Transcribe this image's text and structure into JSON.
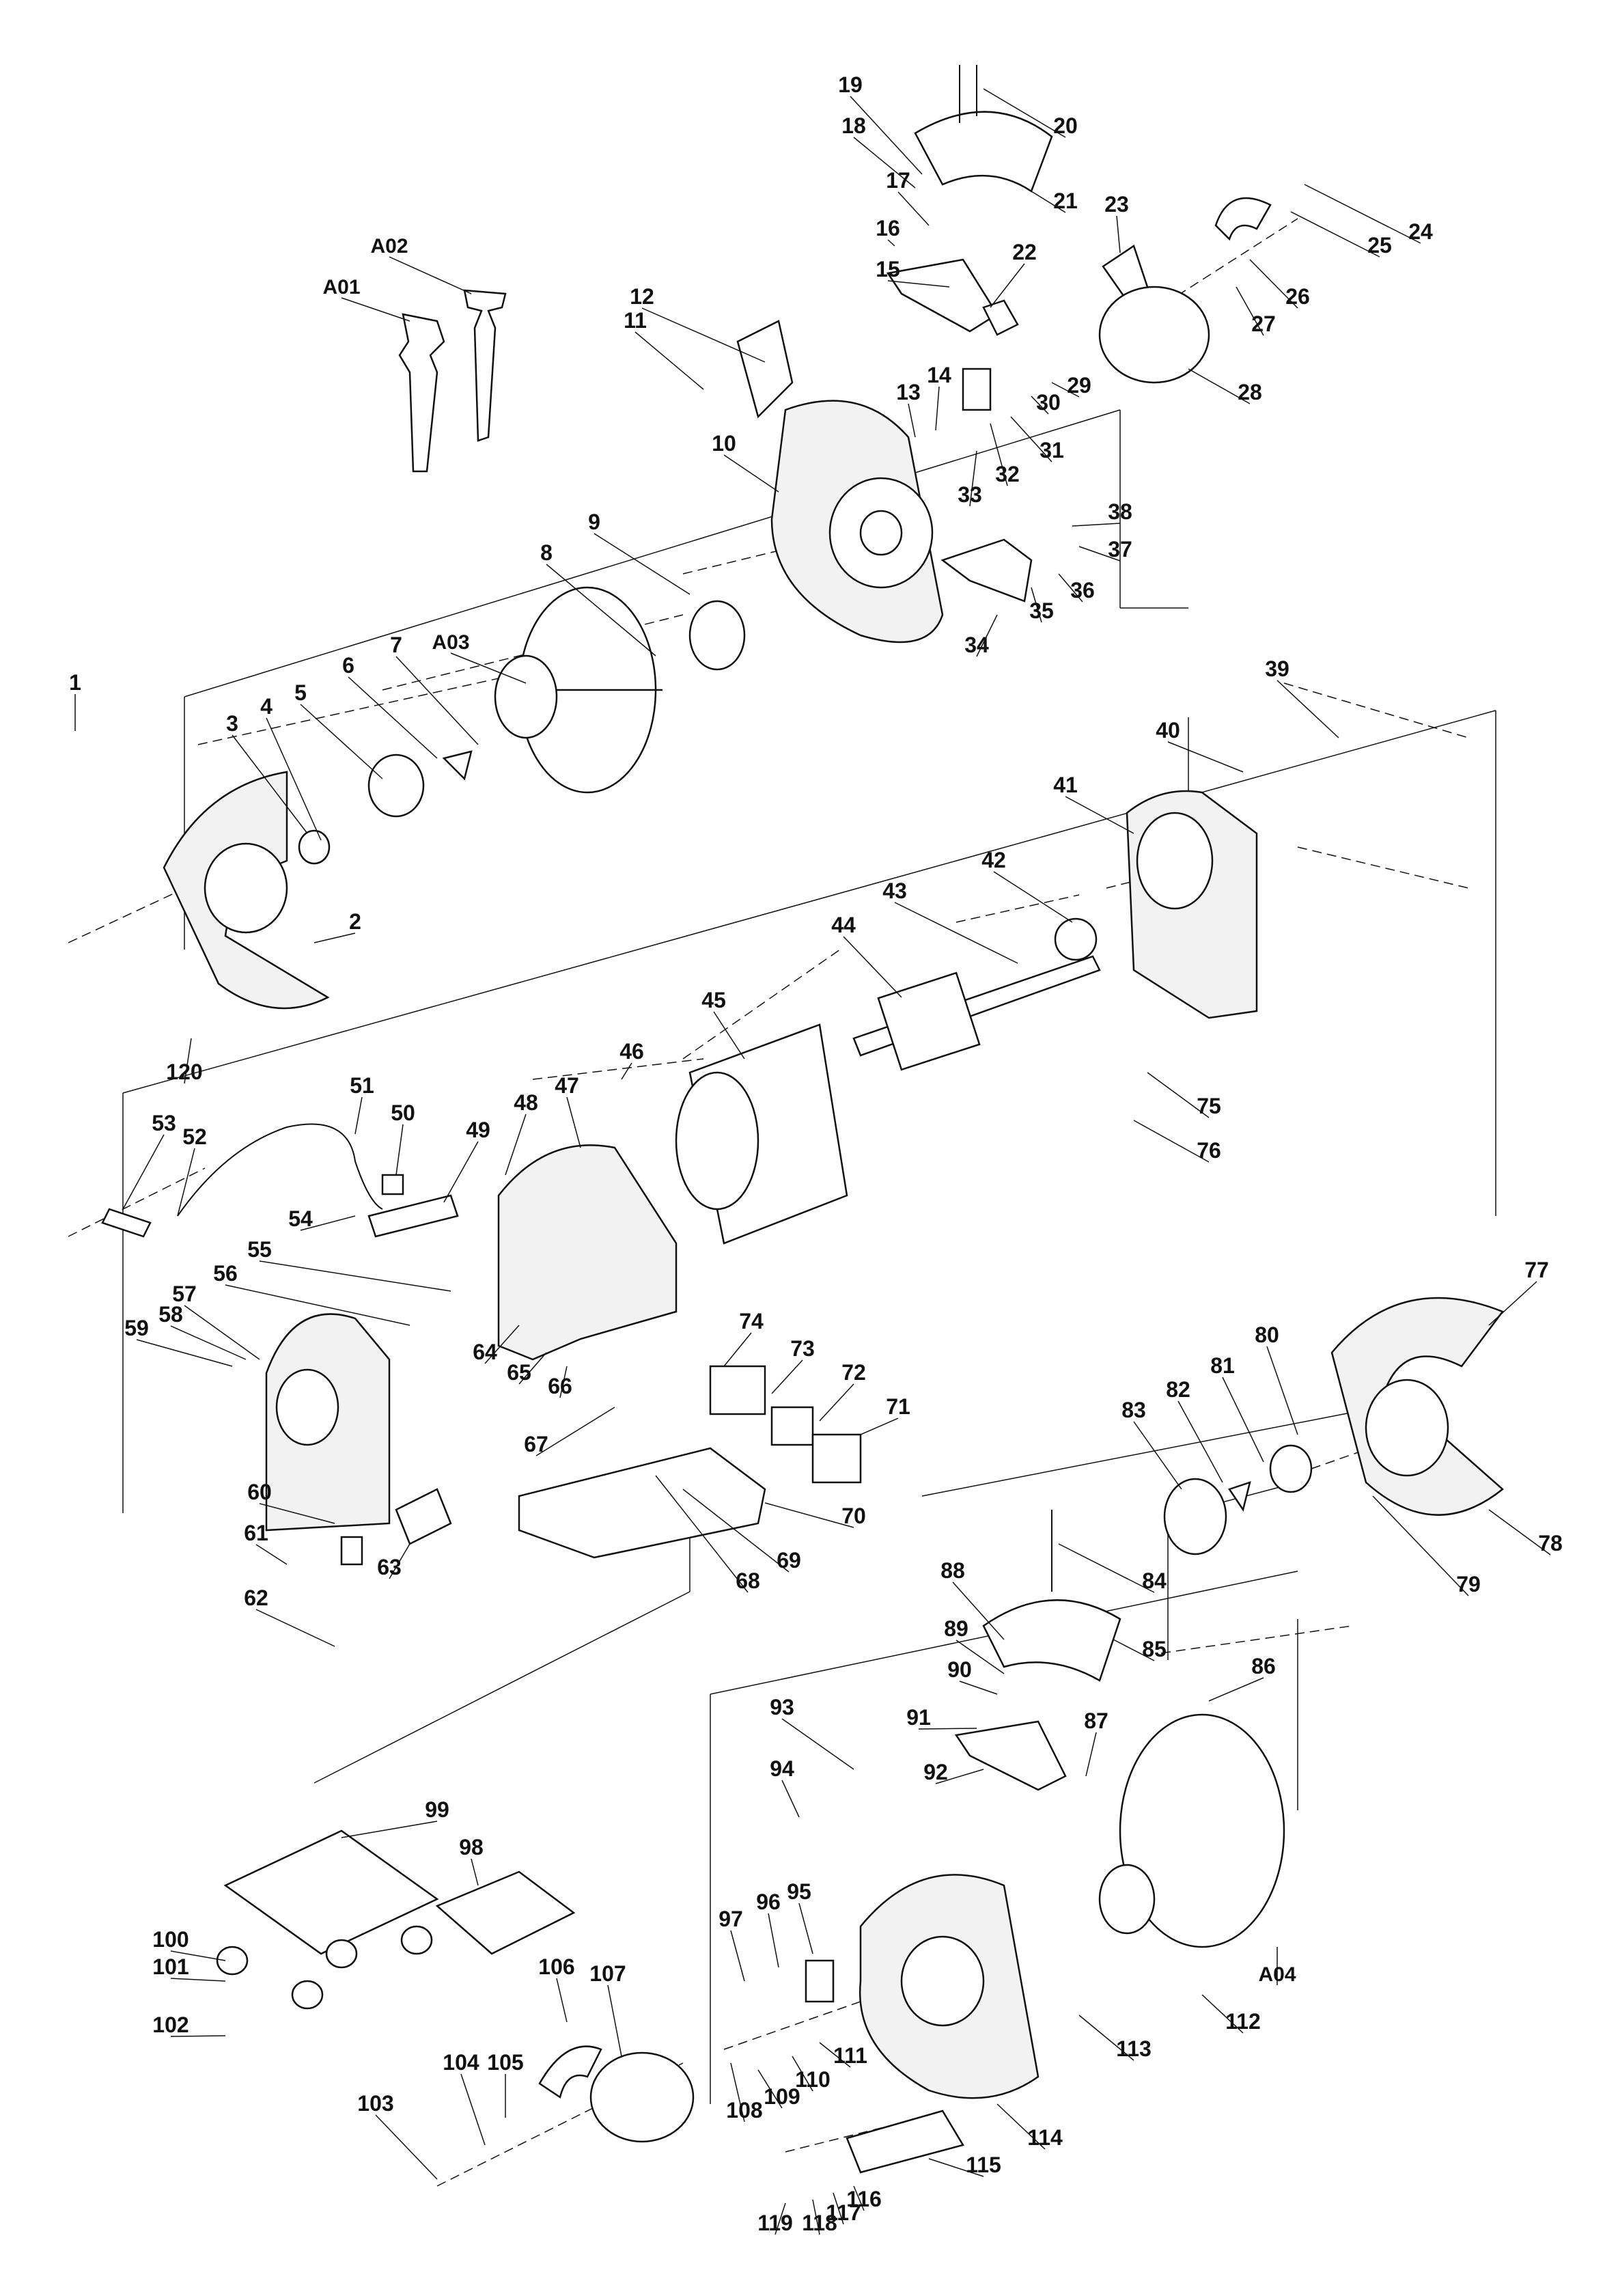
{
  "diagram": {
    "type": "exploded parts diagram",
    "part_labels": [
      {
        "id": "A01",
        "label": "A01"
      },
      {
        "id": "A02",
        "label": "A02"
      },
      {
        "id": "A03",
        "label": "A03"
      },
      {
        "id": "A04",
        "label": "A04"
      },
      {
        "id": "1",
        "label": "1"
      },
      {
        "id": "2",
        "label": "2"
      },
      {
        "id": "3",
        "label": "3"
      },
      {
        "id": "4",
        "label": "4"
      },
      {
        "id": "5",
        "label": "5"
      },
      {
        "id": "6",
        "label": "6"
      },
      {
        "id": "7",
        "label": "7"
      },
      {
        "id": "8",
        "label": "8"
      },
      {
        "id": "9",
        "label": "9"
      },
      {
        "id": "10",
        "label": "10"
      },
      {
        "id": "11",
        "label": "11"
      },
      {
        "id": "12",
        "label": "12"
      },
      {
        "id": "13",
        "label": "13"
      },
      {
        "id": "14",
        "label": "14"
      },
      {
        "id": "15",
        "label": "15"
      },
      {
        "id": "16",
        "label": "16"
      },
      {
        "id": "17",
        "label": "17"
      },
      {
        "id": "18",
        "label": "18"
      },
      {
        "id": "19",
        "label": "19"
      },
      {
        "id": "20",
        "label": "20"
      },
      {
        "id": "21",
        "label": "21"
      },
      {
        "id": "22",
        "label": "22"
      },
      {
        "id": "23",
        "label": "23"
      },
      {
        "id": "24",
        "label": "24"
      },
      {
        "id": "25",
        "label": "25"
      },
      {
        "id": "26",
        "label": "26"
      },
      {
        "id": "27",
        "label": "27"
      },
      {
        "id": "28",
        "label": "28"
      },
      {
        "id": "29",
        "label": "29"
      },
      {
        "id": "30",
        "label": "30"
      },
      {
        "id": "31",
        "label": "31"
      },
      {
        "id": "32",
        "label": "32"
      },
      {
        "id": "33",
        "label": "33"
      },
      {
        "id": "34",
        "label": "34"
      },
      {
        "id": "35",
        "label": "35"
      },
      {
        "id": "36",
        "label": "36"
      },
      {
        "id": "37",
        "label": "37"
      },
      {
        "id": "38",
        "label": "38"
      },
      {
        "id": "39",
        "label": "39"
      },
      {
        "id": "40",
        "label": "40"
      },
      {
        "id": "41",
        "label": "41"
      },
      {
        "id": "42",
        "label": "42"
      },
      {
        "id": "43",
        "label": "43"
      },
      {
        "id": "44",
        "label": "44"
      },
      {
        "id": "45",
        "label": "45"
      },
      {
        "id": "46",
        "label": "46"
      },
      {
        "id": "47",
        "label": "47"
      },
      {
        "id": "48",
        "label": "48"
      },
      {
        "id": "49",
        "label": "49"
      },
      {
        "id": "50",
        "label": "50"
      },
      {
        "id": "51",
        "label": "51"
      },
      {
        "id": "52",
        "label": "52"
      },
      {
        "id": "53",
        "label": "53"
      },
      {
        "id": "54",
        "label": "54"
      },
      {
        "id": "55",
        "label": "55"
      },
      {
        "id": "56",
        "label": "56"
      },
      {
        "id": "57",
        "label": "57"
      },
      {
        "id": "58",
        "label": "58"
      },
      {
        "id": "59",
        "label": "59"
      },
      {
        "id": "60",
        "label": "60"
      },
      {
        "id": "61",
        "label": "61"
      },
      {
        "id": "62",
        "label": "62"
      },
      {
        "id": "63",
        "label": "63"
      },
      {
        "id": "64",
        "label": "64"
      },
      {
        "id": "65",
        "label": "65"
      },
      {
        "id": "66",
        "label": "66"
      },
      {
        "id": "67",
        "label": "67"
      },
      {
        "id": "68",
        "label": "68"
      },
      {
        "id": "69",
        "label": "69"
      },
      {
        "id": "70",
        "label": "70"
      },
      {
        "id": "71",
        "label": "71"
      },
      {
        "id": "72",
        "label": "72"
      },
      {
        "id": "73",
        "label": "73"
      },
      {
        "id": "74",
        "label": "74"
      },
      {
        "id": "75",
        "label": "75"
      },
      {
        "id": "76",
        "label": "76"
      },
      {
        "id": "77",
        "label": "77"
      },
      {
        "id": "78",
        "label": "78"
      },
      {
        "id": "79",
        "label": "79"
      },
      {
        "id": "80",
        "label": "80"
      },
      {
        "id": "81",
        "label": "81"
      },
      {
        "id": "82",
        "label": "82"
      },
      {
        "id": "83",
        "label": "83"
      },
      {
        "id": "84",
        "label": "84"
      },
      {
        "id": "85",
        "label": "85"
      },
      {
        "id": "86",
        "label": "86"
      },
      {
        "id": "87",
        "label": "87"
      },
      {
        "id": "88",
        "label": "88"
      },
      {
        "id": "89",
        "label": "89"
      },
      {
        "id": "90",
        "label": "90"
      },
      {
        "id": "91",
        "label": "91"
      },
      {
        "id": "92",
        "label": "92"
      },
      {
        "id": "93",
        "label": "93"
      },
      {
        "id": "94",
        "label": "94"
      },
      {
        "id": "95",
        "label": "95"
      },
      {
        "id": "96",
        "label": "96"
      },
      {
        "id": "97",
        "label": "97"
      },
      {
        "id": "98",
        "label": "98"
      },
      {
        "id": "99",
        "label": "99"
      },
      {
        "id": "100",
        "label": "100"
      },
      {
        "id": "101",
        "label": "101"
      },
      {
        "id": "102",
        "label": "102"
      },
      {
        "id": "103",
        "label": "103"
      },
      {
        "id": "104",
        "label": "104"
      },
      {
        "id": "105",
        "label": "105"
      },
      {
        "id": "106",
        "label": "106"
      },
      {
        "id": "107",
        "label": "107"
      },
      {
        "id": "108",
        "label": "108"
      },
      {
        "id": "109",
        "label": "109"
      },
      {
        "id": "110",
        "label": "110"
      },
      {
        "id": "111",
        "label": "111"
      },
      {
        "id": "112",
        "label": "112"
      },
      {
        "id": "113",
        "label": "113"
      },
      {
        "id": "114",
        "label": "114"
      },
      {
        "id": "115",
        "label": "115"
      },
      {
        "id": "116",
        "label": "116"
      },
      {
        "id": "117",
        "label": "117"
      },
      {
        "id": "118",
        "label": "118"
      },
      {
        "id": "119",
        "label": "119"
      },
      {
        "id": "120",
        "label": "120"
      }
    ]
  }
}
